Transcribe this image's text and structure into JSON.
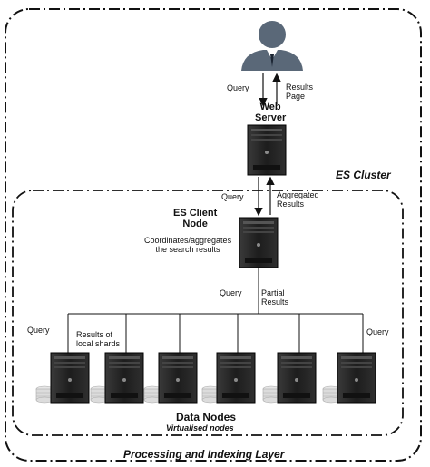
{
  "labels": {
    "query_web": "Query",
    "results_page_1": "Results",
    "results_page_2": "Page",
    "web_server_1": "Web",
    "web_server_2": "Server",
    "es_cluster": "ES Cluster",
    "query_client": "Query",
    "aggregated_1": "Aggregated",
    "aggregated_2": "Results",
    "client_node_1": "ES Client",
    "client_node_2": "Node",
    "coordinates_1": "Coordinates/aggregates",
    "coordinates_2": "the search results",
    "query_partial": "Query",
    "partial_1": "Partial",
    "partial_2": "Results",
    "query_left": "Query",
    "results_local_1": "Results of",
    "results_local_2": "local shards",
    "query_right": "Query",
    "data_nodes": "Data Nodes",
    "virtualised": "Virtualised nodes",
    "layer": "Processing and Indexing Layer"
  },
  "colors": {
    "server_body": "#1e1e1e",
    "server_front": "#2c2c2c",
    "user_figure": "#5a6878",
    "line": "#111111"
  }
}
